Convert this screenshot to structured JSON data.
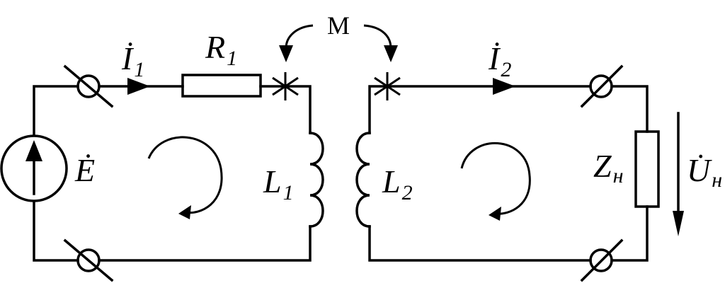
{
  "labels": {
    "current1": {
      "main": "İ",
      "sub": "1"
    },
    "resistor1": {
      "main": "R",
      "sub": "1"
    },
    "mutual": "M",
    "current2": {
      "main": "İ",
      "sub": "2"
    },
    "source": "Ė",
    "inductor1": {
      "main": "L",
      "sub": "1"
    },
    "inductor2": {
      "main": "L",
      "sub": "2"
    },
    "load": {
      "main": "Z",
      "sub": "н"
    },
    "voltage": {
      "main": "U̇",
      "sub": "н"
    }
  }
}
